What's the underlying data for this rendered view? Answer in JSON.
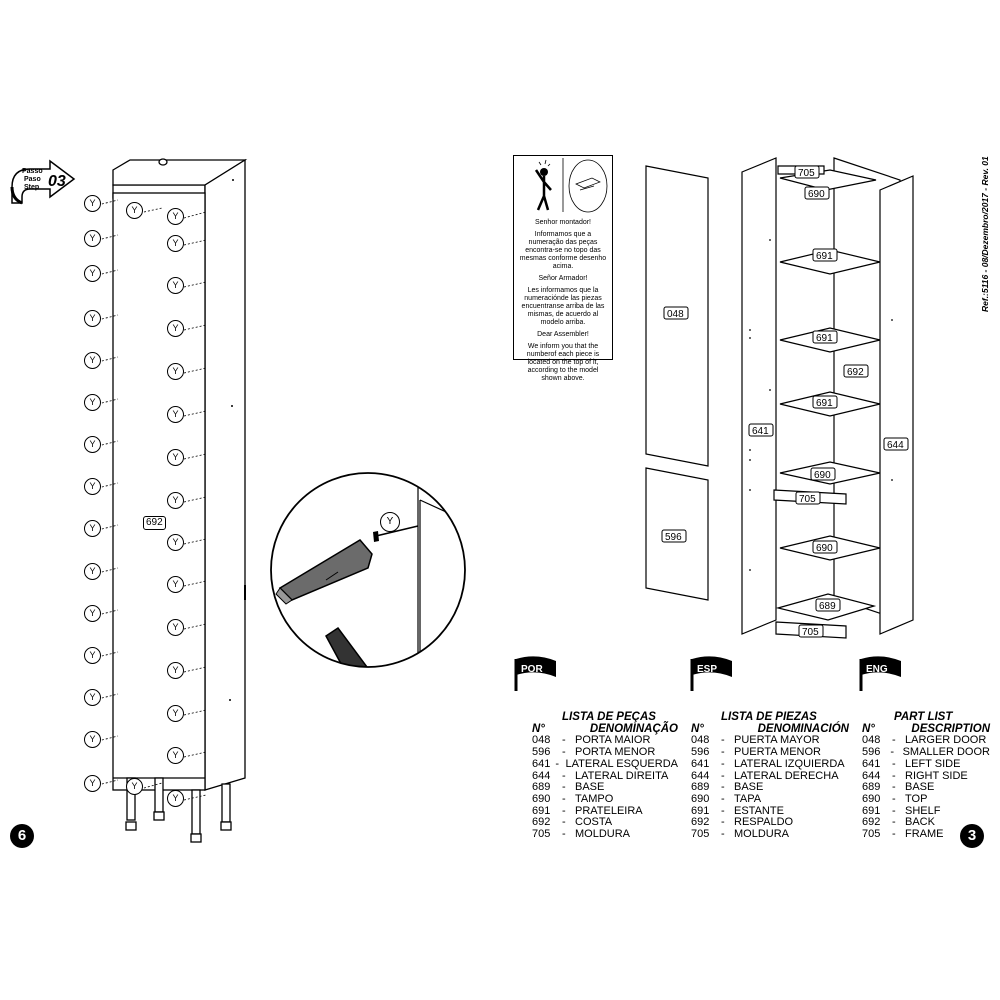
{
  "step": {
    "word_por": "Passo",
    "word_esp": "Paso",
    "word_eng": "Step",
    "number": "03"
  },
  "page_left": "6",
  "page_right": "3",
  "reference": "Ref.:5116 - 08/Dezembro/2017 - Rev. 01",
  "hardware_label": "Y",
  "left_part_label": "692",
  "notice": {
    "por": [
      "Senhor montador!",
      "Informamos que a numeração das peças encontra-se no topo das mesmas conforme desenho acima."
    ],
    "esp": [
      "Señor Armador!",
      "Les informamos que la numeraciónde las piezas encuentranse arriba de las mismas, de acuerdo al modelo arriba."
    ],
    "eng": [
      "Dear Assembler!",
      "We inform you that the numberof each piece is located on the top of it, according to the model shown above."
    ]
  },
  "exploded_labels": {
    "door_large": "048",
    "door_small": "596",
    "left_side": "641",
    "right_side": "644",
    "back": "692",
    "top": "690",
    "frame": "705",
    "shelf": "691",
    "base": "689"
  },
  "flags": [
    "POR",
    "ESP",
    "ENG"
  ],
  "part_lists": [
    {
      "title": "LISTA DE PEÇAS",
      "col_no": "N°",
      "col_desc": "DENOMINAÇÃO",
      "items": [
        [
          "048",
          "PORTA MAIOR"
        ],
        [
          "596",
          "PORTA MENOR"
        ],
        [
          "641",
          "LATERAL ESQUERDA"
        ],
        [
          "644",
          "LATERAL DIREITA"
        ],
        [
          "689",
          "BASE"
        ],
        [
          "690",
          "TAMPO"
        ],
        [
          "691",
          "PRATELEIRA"
        ],
        [
          "692",
          "COSTA"
        ],
        [
          "705",
          "MOLDURA"
        ]
      ]
    },
    {
      "title": "LISTA DE PIEZAS",
      "col_no": "N°",
      "col_desc": "DENOMINACIÓN",
      "items": [
        [
          "048",
          "PUERTA MAYOR"
        ],
        [
          "596",
          "PUERTA MENOR"
        ],
        [
          "641",
          "LATERAL IZQUIERDA"
        ],
        [
          "644",
          "LATERAL DERECHA"
        ],
        [
          "689",
          "BASE"
        ],
        [
          "690",
          "TAPA"
        ],
        [
          "691",
          "ESTANTE"
        ],
        [
          "692",
          "RESPALDO"
        ],
        [
          "705",
          "MOLDURA"
        ]
      ]
    },
    {
      "title": "PART LIST",
      "col_no": "N°",
      "col_desc": "DESCRIPTION",
      "items": [
        [
          "048",
          "LARGER DOOR"
        ],
        [
          "596",
          "SMALLER DOOR"
        ],
        [
          "641",
          "LEFT SIDE"
        ],
        [
          "644",
          "RIGHT SIDE"
        ],
        [
          "689",
          "BASE"
        ],
        [
          "690",
          "TOP"
        ],
        [
          "691",
          "SHELF"
        ],
        [
          "692",
          "BACK"
        ],
        [
          "705",
          "FRAME"
        ]
      ]
    }
  ],
  "colors": {
    "line": "#000000",
    "hammer_grip": "#333333",
    "hammer_head": "#6b6b6b"
  },
  "icons": [
    "step-arrow-icon",
    "screw-y-icon",
    "hammer-icon",
    "magnifier-circle-icon",
    "assembler-figure-icon",
    "flag-icon"
  ]
}
